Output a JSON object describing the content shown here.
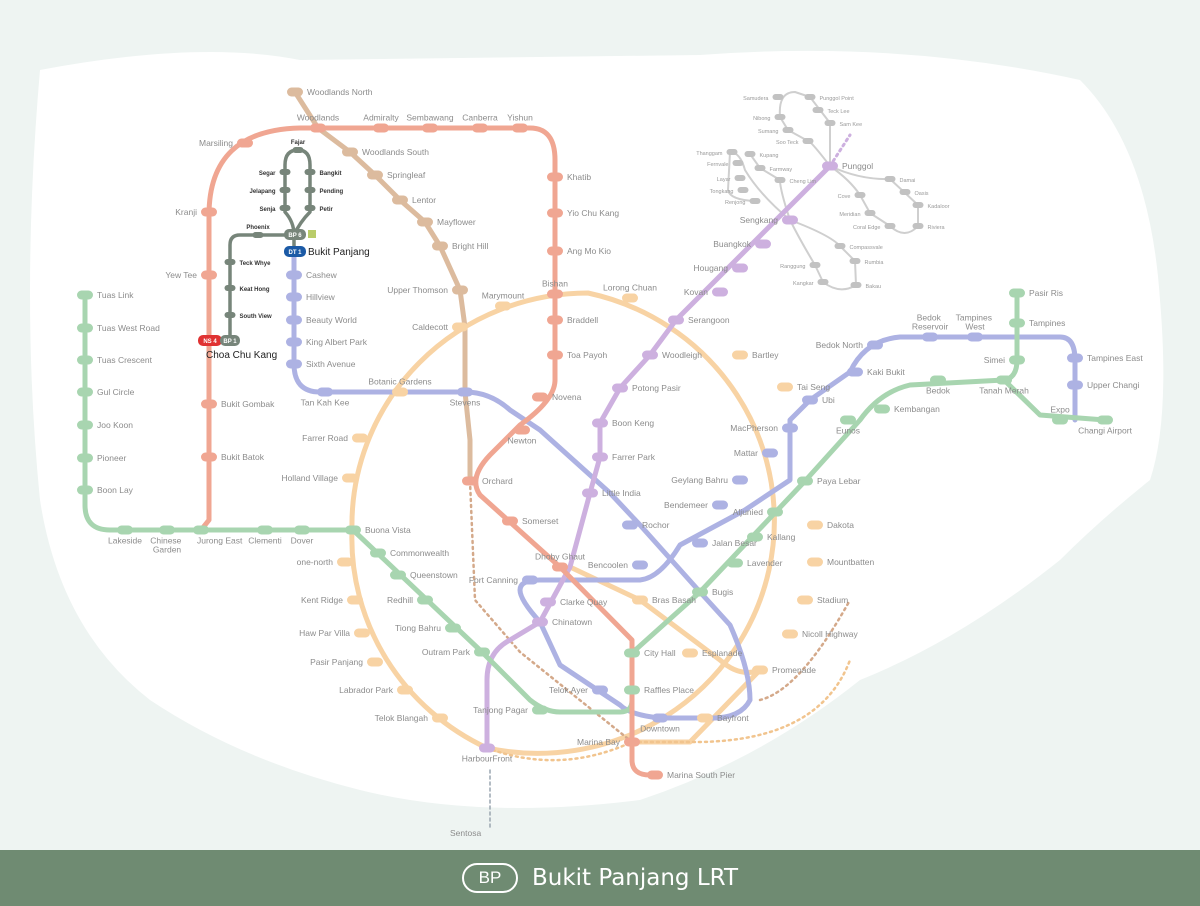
{
  "colors": {
    "NS": "#f0a692",
    "EW": "#a8d5b0",
    "NE": "#cdb0df",
    "CC": "#f8d3a4",
    "DT": "#adb2e3",
    "TE": "#dcbb9e",
    "BP": "#77857a",
    "LRT": "#c8c8c8",
    "DT1": "#1b5aa6",
    "NS4": "#e03232",
    "footer": "#6f8b72"
  },
  "footer": {
    "badge": "BP",
    "title": "Bukit Panjang LRT"
  },
  "highlight": {
    "choa_chu_kang": {
      "name": "Choa Chu Kang",
      "codes": [
        "NS 4",
        "BP 1"
      ]
    },
    "bukit_panjang": {
      "name": "Bukit Panjang",
      "codes": [
        "BP 6",
        "DT 1"
      ]
    }
  },
  "stations": {
    "EW": [
      "Tuas Link",
      "Tuas West Road",
      "Tuas Crescent",
      "Gul Circle",
      "Joo Koon",
      "Pioneer",
      "Boon Lay",
      "Lakeside",
      "Chinese Garden",
      "Jurong East",
      "Clementi",
      "Dover",
      "Buona Vista",
      "Commonwealth",
      "Queenstown",
      "Redhill",
      "Tiong Bahru",
      "Outram Park",
      "Tanjong Pagar",
      "Raffles Place",
      "City Hall",
      "Bugis",
      "Lavender",
      "Kallang",
      "Aljunied",
      "Paya Lebar",
      "Eunos",
      "Kembangan",
      "Bedok",
      "Tanah Merah",
      "Simei",
      "Tampines",
      "Pasir Ris",
      "Expo",
      "Changi Airport"
    ],
    "NS": [
      "Bukit Batok",
      "Bukit Gombak",
      "Yew Tee",
      "Kranji",
      "Marsiling",
      "Woodlands",
      "Admiralty",
      "Sembawang",
      "Canberra",
      "Yishun",
      "Khatib",
      "Yio Chu Kang",
      "Ang Mo Kio",
      "Bishan",
      "Braddell",
      "Toa Payoh",
      "Novena",
      "Newton",
      "Orchard",
      "Somerset",
      "Dhoby Ghaut",
      "Marina Bay",
      "Marina South Pier"
    ],
    "NE": [
      "HarbourFront",
      "Chinatown",
      "Clarke Quay",
      "Little India",
      "Farrer Park",
      "Boon Keng",
      "Potong Pasir",
      "Woodleigh",
      "Serangoon",
      "Kovan",
      "Hougang",
      "Buangkok",
      "Sengkang",
      "Punggol"
    ],
    "CC": [
      "Marymount",
      "Lorong Chuan",
      "Bartley",
      "Tai Seng",
      "Dakota",
      "Mountbatten",
      "Stadium",
      "Nicoll Highway",
      "Promenade",
      "Esplanade",
      "Bras Basah",
      "Caldecott",
      "Botanic Gardens",
      "Farrer Road",
      "Holland Village",
      "one-north",
      "Kent Ridge",
      "Haw Par Villa",
      "Pasir Panjang",
      "Labrador Park",
      "Telok Blangah",
      "Bayfront"
    ],
    "DT": [
      "Cashew",
      "Hillview",
      "Beauty World",
      "King Albert Park",
      "Sixth Avenue",
      "Tan Kah Kee",
      "Stevens",
      "Rochor",
      "Jalan Besar",
      "Bendemeer",
      "Geylang Bahru",
      "Mattar",
      "MacPherson",
      "Ubi",
      "Kaki Bukit",
      "Bedok North",
      "Bedok Reservoir",
      "Tampines West",
      "Tampines East",
      "Upper Changi",
      "Bencoolen",
      "Fort Canning",
      "Telok Ayer",
      "Downtown"
    ],
    "TE": [
      "Woodlands North",
      "Woodlands South",
      "Springleaf",
      "Lentor",
      "Mayflower",
      "Bright Hill",
      "Upper Thomson"
    ],
    "BP": [
      "South View",
      "Keat Hong",
      "Teck Whye",
      "Phoenix",
      "Senja",
      "Jelapang",
      "Segar",
      "Fajar",
      "Bangkit",
      "Pending",
      "Petir"
    ],
    "LRT": [
      "Samudera",
      "Punggol Point",
      "Teck Lee",
      "Sam Kee",
      "Nibong",
      "Sumang",
      "Soo Teck",
      "Thanggam",
      "Kupang",
      "Farmway",
      "Cheng Lim",
      "Fernvale",
      "Layar",
      "Tongkang",
      "Renjong",
      "Damai",
      "Oasis",
      "Kadaloor",
      "Riviera",
      "Cove",
      "Meridian",
      "Coral Edge",
      "Compassvale",
      "Rumbia",
      "Bakau",
      "Kangkar",
      "Ranggung"
    ]
  },
  "extra_labels": [
    "Marina South Pier",
    "Sentosa"
  ]
}
